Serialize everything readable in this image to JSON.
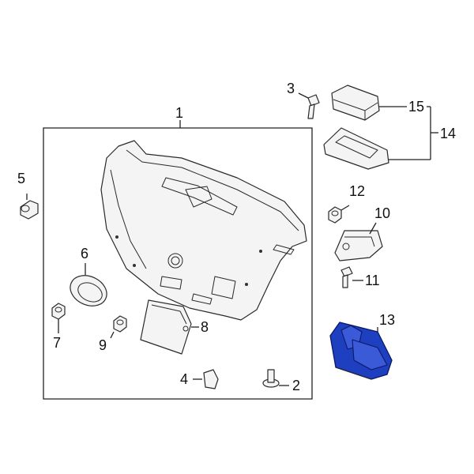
{
  "callouts": {
    "c1": "1",
    "c2": "2",
    "c3": "3",
    "c4": "4",
    "c5": "5",
    "c6": "6",
    "c7": "7",
    "c8": "8",
    "c9": "9",
    "c10": "10",
    "c11": "11",
    "c12": "12",
    "c13": "13",
    "c14": "14",
    "c15": "15"
  },
  "colors": {
    "highlight": "#1e3fbf",
    "line": "#222222"
  },
  "highlighted_part": "13"
}
